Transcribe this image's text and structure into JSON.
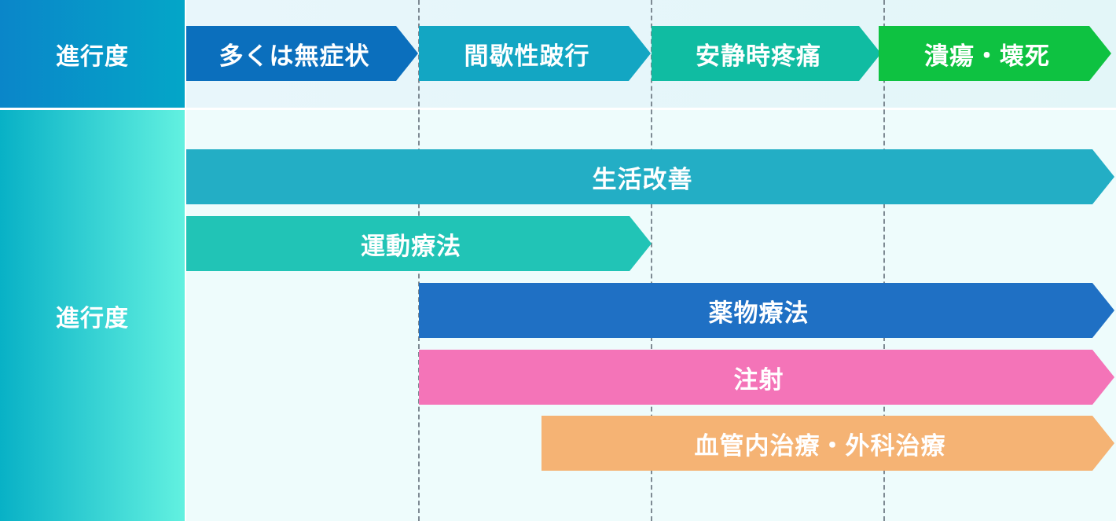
{
  "header": {
    "top_label": "進行度",
    "bottom_label": "進行度"
  },
  "stages": [
    {
      "label": "多くは無症状",
      "color": "#0b6fbd"
    },
    {
      "label": "間歇性跛行",
      "color": "#13a6c3"
    },
    {
      "label": "安静時疼痛",
      "color": "#10bca2"
    },
    {
      "label": "潰瘍・壊死",
      "color": "#0ec241"
    }
  ],
  "treatments": [
    {
      "label": "生活改善",
      "color": "#23aec5"
    },
    {
      "label": "運動療法",
      "color": "#21c4b6"
    },
    {
      "label": "薬物療法",
      "color": "#1f70c4"
    },
    {
      "label": "注射",
      "color": "#f474b8"
    },
    {
      "label": "血管内治療・外科治療",
      "color": "#f5b374"
    }
  ]
}
